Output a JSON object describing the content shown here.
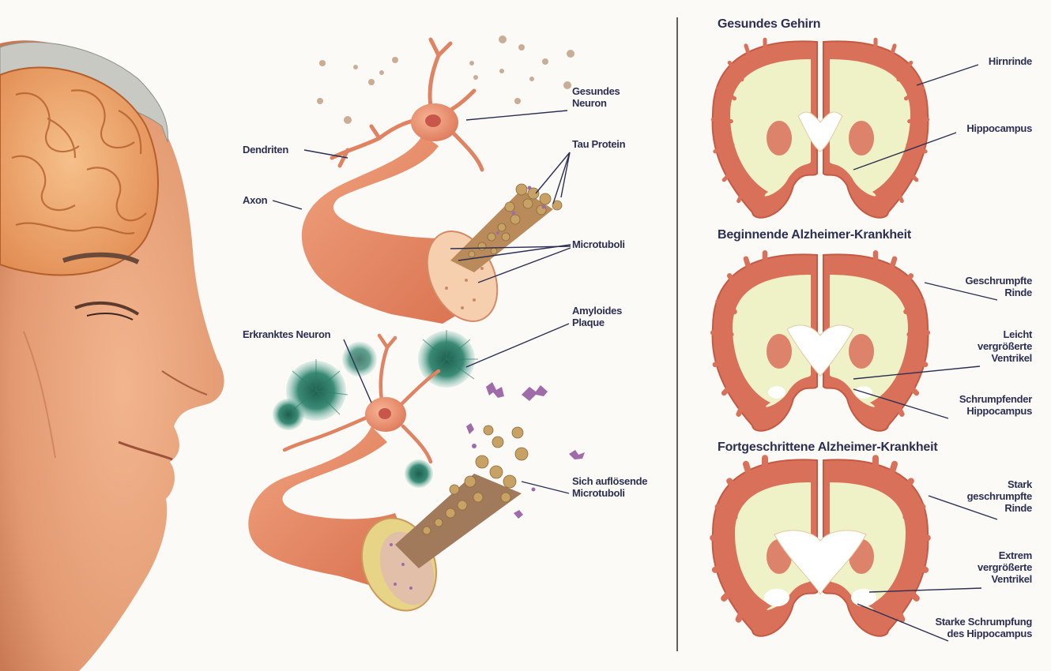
{
  "colors": {
    "label": "#2c2f52",
    "neuron": "#e5896c",
    "cortex": "#d9705a",
    "white_matter": "#eef2c6",
    "plaque": "#2f7a68",
    "tau": "#9b8a5e",
    "divider": "#3a3a3a"
  },
  "neuron_labels": {
    "healthy_neuron": "Gesundes\nNeuron",
    "dendrites": "Dendriten",
    "tau_protein": "Tau Protein",
    "axon": "Axon",
    "microtubules": "Microtuboli",
    "amyloid_plaque": "Amyloides\nPlaque",
    "diseased_neuron": "Erkranktes Neuron",
    "dissolving_microtubules": "Sich auflösende\nMicrotuboli"
  },
  "brains": [
    {
      "title": "Gesundes Gehirn",
      "labels": [
        "Hirnrinde",
        "Hippocampus"
      ]
    },
    {
      "title": "Beginnende Alzheimer-Krankheit",
      "labels": [
        "Geschrumpfte\nRinde",
        "Leicht\nvergrößerte\nVentrikel",
        "Schrumpfender\nHippocampus"
      ]
    },
    {
      "title": "Fortgeschrittene Alzheimer-Krankheit",
      "labels": [
        "Stark\ngeschrumpfte\nRinde",
        "Extrem\nvergrößerte\nVentrikel",
        "Starke Schrumpfung\ndes Hippocampus"
      ]
    }
  ]
}
